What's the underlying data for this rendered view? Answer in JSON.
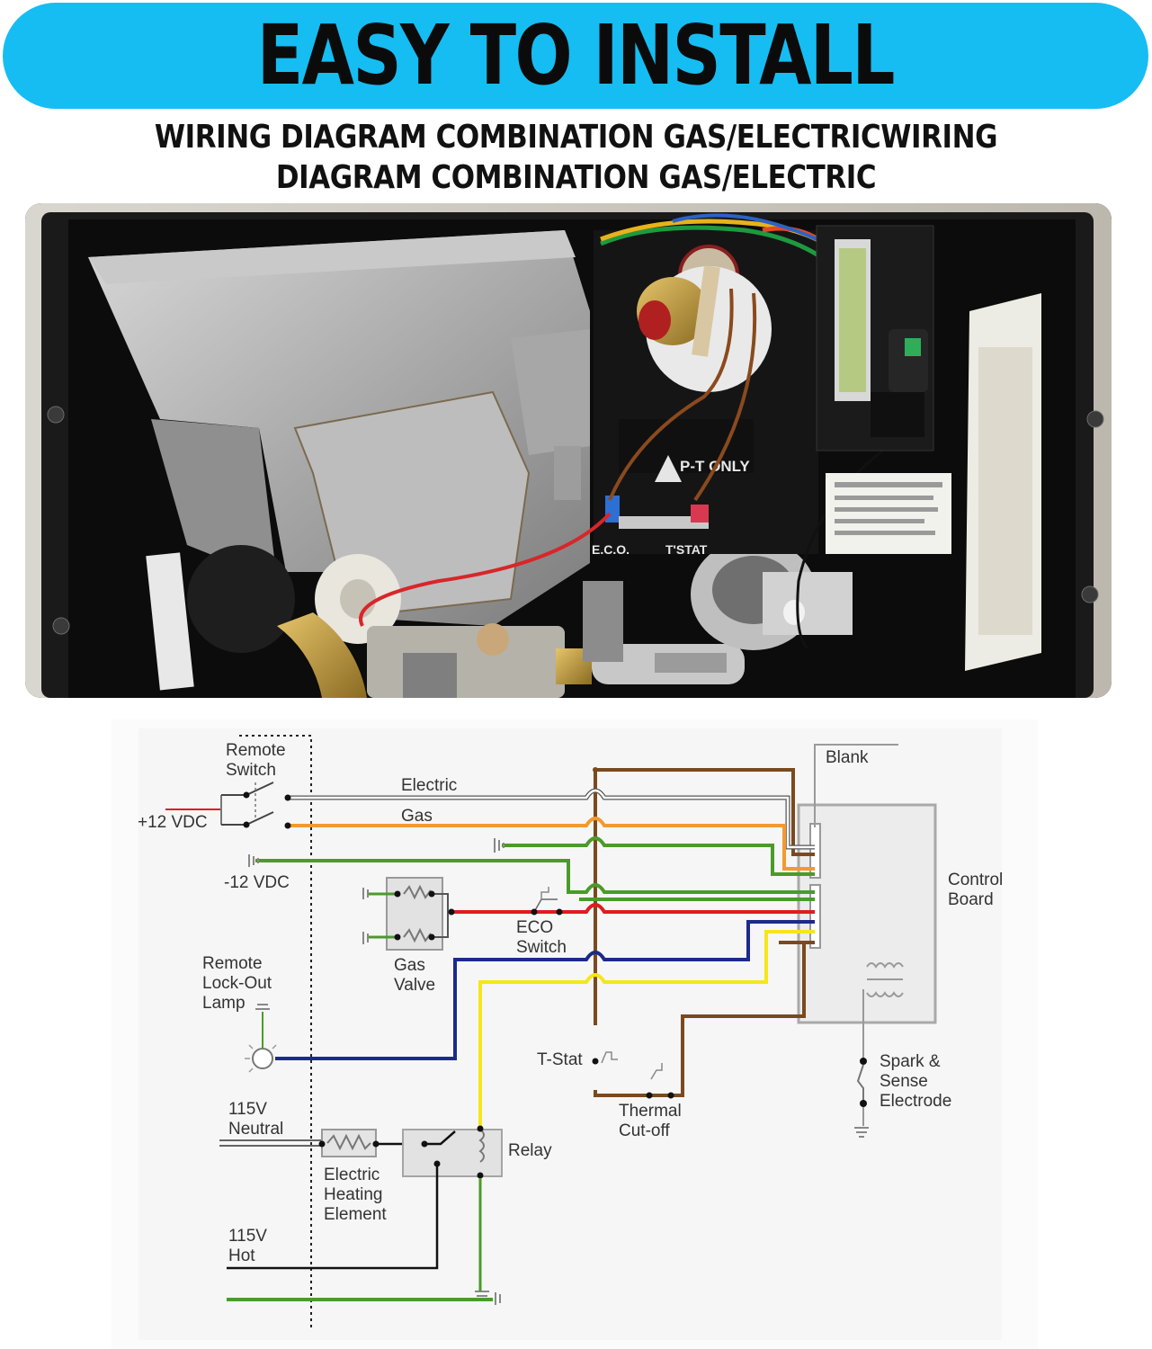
{
  "header": {
    "title": "EASY TO INSTALL",
    "subtitle_line1": "WIRING DIAGRAM COMBINATION GAS/ELECTRICWIRING",
    "subtitle_line2": "DIAGRAM COMBINATION GAS/ELECTRIC",
    "banner_color": "#15bdf2"
  },
  "photo": {
    "decal_text": "P-T ONLY",
    "label_eco": "E.C.O.",
    "label_tstat": "T'STAT"
  },
  "diagram": {
    "labels": {
      "remote_switch_1": "Remote",
      "remote_switch_2": "Switch",
      "plus12": "+12 VDC",
      "electric": "Electric",
      "gas": "Gas",
      "minus12": "-12 VDC",
      "blank": "Blank",
      "control_board_1": "Control",
      "control_board_2": "Board",
      "eco_1": "ECO",
      "eco_2": "Switch",
      "gas_valve_1": "Gas",
      "gas_valve_2": "Valve",
      "lockout_1": "Remote",
      "lockout_2": "Lock-Out",
      "lockout_3": "Lamp",
      "tstat": "T-Stat",
      "thermal_1": "Thermal",
      "thermal_2": "Cut-off",
      "spark_1": "Spark &",
      "spark_2": "Sense",
      "spark_3": "Electrode",
      "neutral_1": "115V",
      "neutral_2": "Neutral",
      "heating_1": "Electric",
      "heating_2": "Heating",
      "heating_3": "Element",
      "relay": "Relay",
      "hot_1": "115V",
      "hot_2": "Hot"
    },
    "wire_colors": {
      "brown": "#7a4a1e",
      "orange": "#f29a2e",
      "green": "#4a9b2a",
      "red": "#e01b22",
      "blue": "#1c2a8c",
      "yellow": "#f5e61a",
      "black": "#111111",
      "gray": "#9a9a9a"
    }
  }
}
